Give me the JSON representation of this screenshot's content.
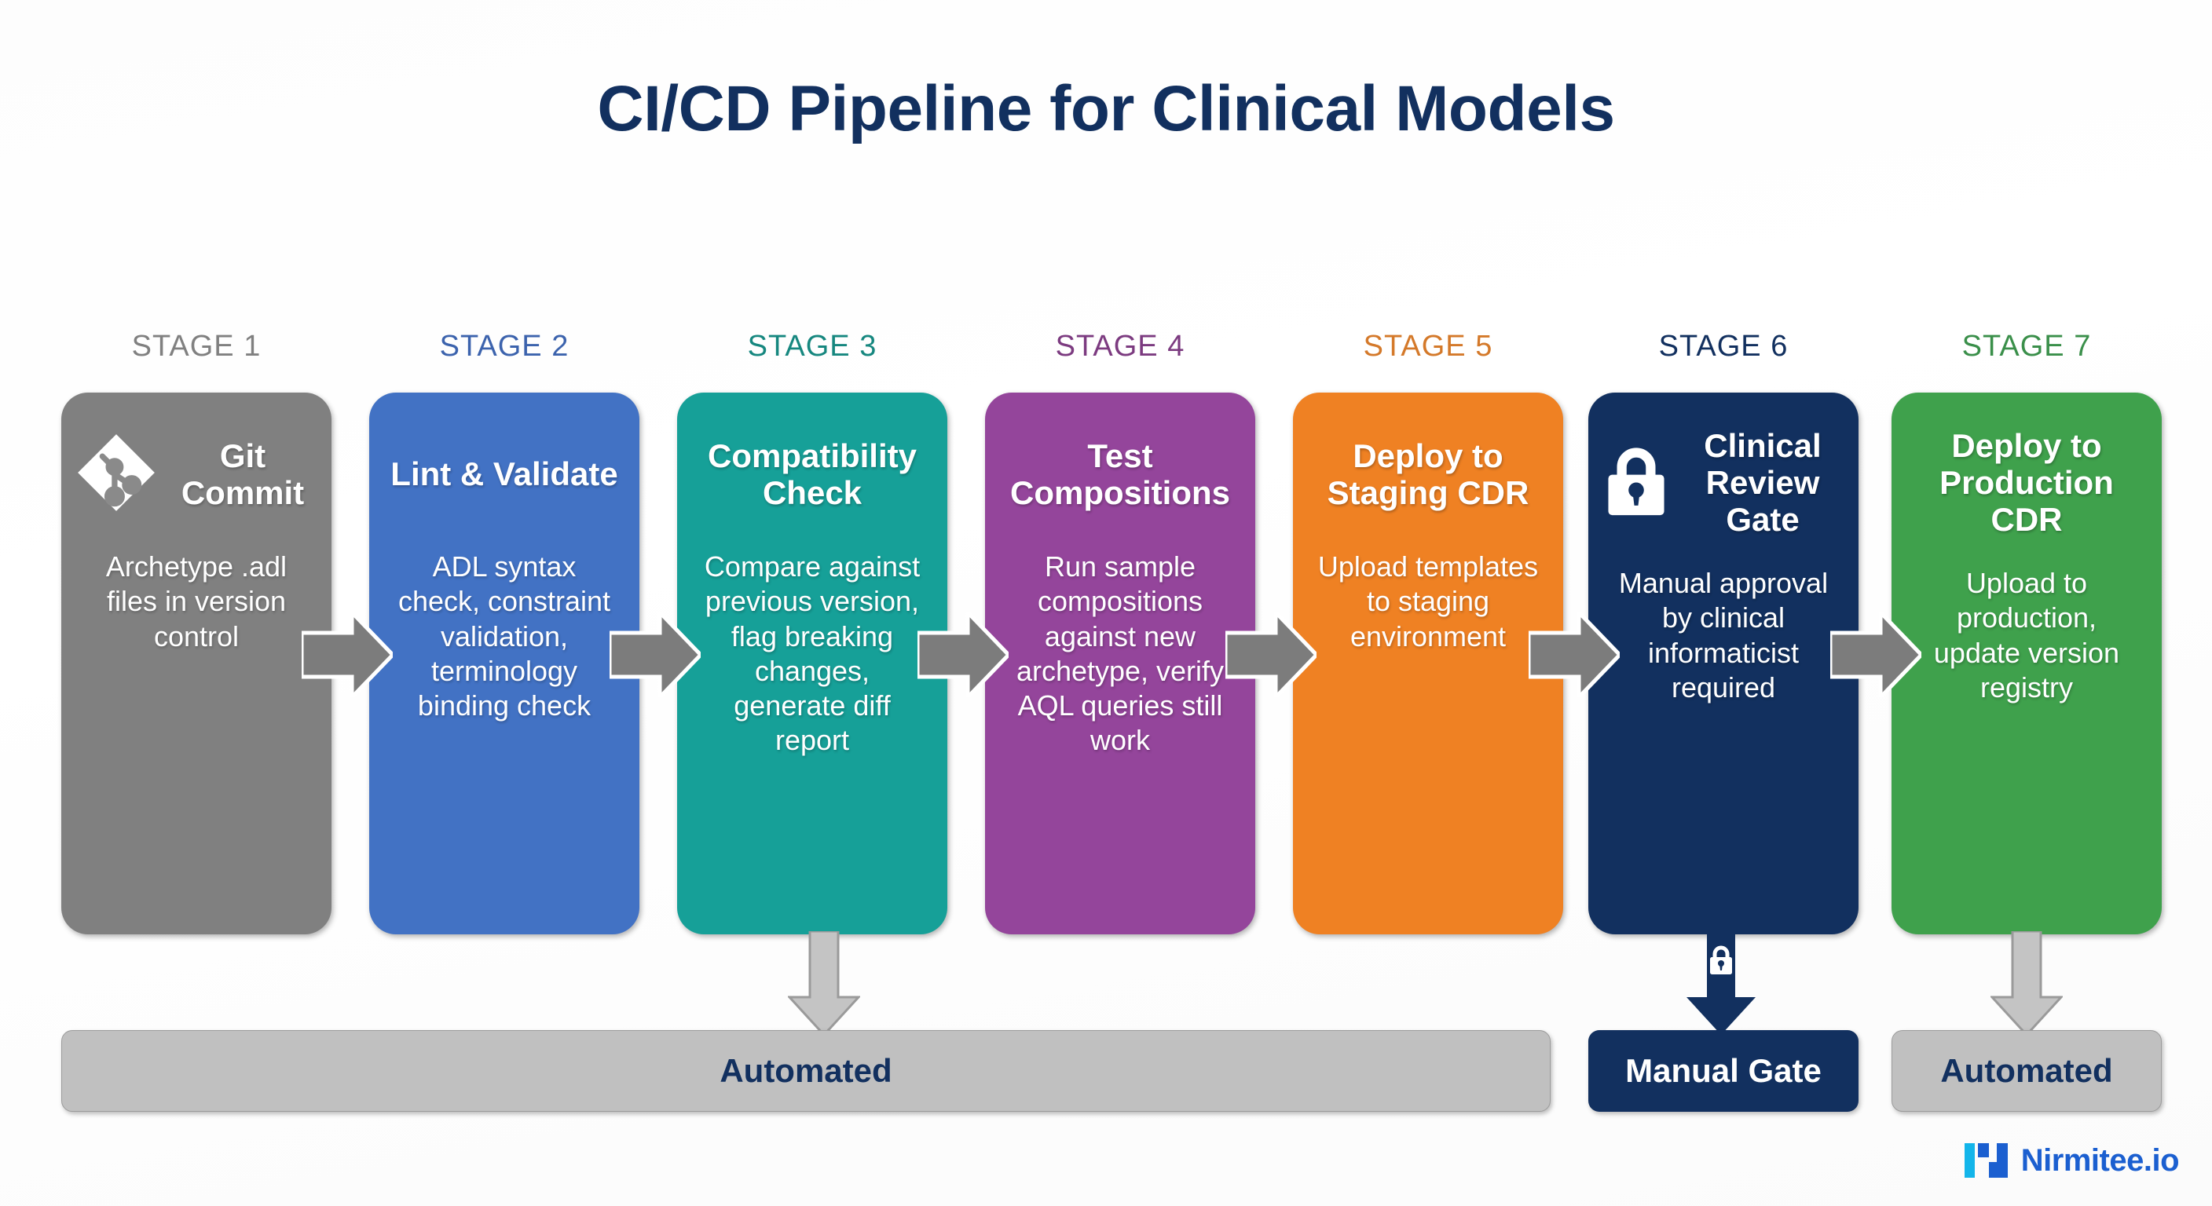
{
  "title": "CI/CD Pipeline for Clinical Models",
  "colors": {
    "title": "#12305f",
    "stage1": "#808080",
    "stage2": "#4272c4",
    "stage3": "#16a098",
    "stage4": "#94459b",
    "stage5": "#ef8123",
    "stage6": "#12305f",
    "stage7": "#3fa14c",
    "arrow_gray": "#7c7c7c",
    "down_arrow_gray": "#bdbdbd",
    "bar_automated": "#c0c0c0",
    "bar_manual": "#12305f",
    "logo_cyan": "#13b5ea",
    "logo_blue": "#1b5fd0"
  },
  "stages": [
    {
      "label": "STAGE 1",
      "label_color": "#808080",
      "bg": "#808080",
      "icon": "git-icon",
      "title": "Git Commit",
      "desc": "Archetype .adl files in version control"
    },
    {
      "label": "STAGE 2",
      "label_color": "#3c63ad",
      "bg": "#4272c4",
      "icon": null,
      "title": "Lint & Validate",
      "desc": "ADL syntax check, constraint validation, terminology binding check"
    },
    {
      "label": "STAGE 3",
      "label_color": "#16877f",
      "bg": "#16a098",
      "icon": null,
      "title": "Compatibility Check",
      "desc": "Compare against previous version, flag breaking changes, generate diff report"
    },
    {
      "label": "STAGE 4",
      "label_color": "#7c3b80",
      "bg": "#94459b",
      "icon": null,
      "title": "Test Compositions",
      "desc": "Run sample compositions against new archetype, verify AQL queries still work"
    },
    {
      "label": "STAGE 5",
      "label_color": "#d4792a",
      "bg": "#ef8123",
      "icon": null,
      "title": "Deploy to Staging CDR",
      "desc": "Upload templates to staging environment"
    },
    {
      "label": "STAGE 6",
      "label_color": "#12305f",
      "bg": "#12305f",
      "icon": "lock-icon",
      "title": "Clinical Review Gate",
      "desc": "Manual approval by clinical informaticist required"
    },
    {
      "label": "STAGE 7",
      "label_color": "#3a8f4a",
      "bg": "#3fa14c",
      "icon": null,
      "title": "Deploy to Production CDR",
      "desc": "Upload to production, update version registry"
    }
  ],
  "bottom_bars": [
    {
      "label": "Automated",
      "type": "automated"
    },
    {
      "label": "Manual Gate",
      "type": "manual"
    },
    {
      "label": "Automated",
      "type": "automated"
    }
  ],
  "logo": {
    "text": "Nirmitee.io"
  }
}
